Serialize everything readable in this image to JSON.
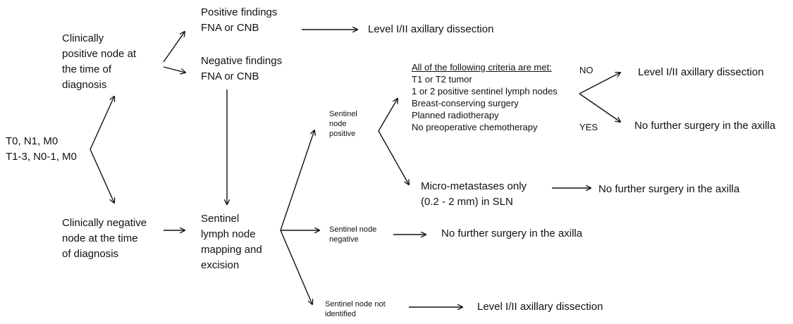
{
  "nodes": {
    "start": [
      "T0, N1, M0",
      "T1-3, N0-1, M0"
    ],
    "clin_pos": [
      "Clinically",
      "positive node at",
      "the time of",
      "diagnosis"
    ],
    "clin_neg": [
      "Clinically negative",
      "node at the time",
      "of diagnosis"
    ],
    "pos_find": [
      "Positive findings",
      "FNA or CNB"
    ],
    "neg_find": [
      "Negative findings",
      "FNA or CNB"
    ],
    "lvl_top": "Level I/II axillary dissection",
    "sentinel_map": [
      "Sentinel",
      "lymph node",
      "mapping and",
      "excision"
    ],
    "sn_pos": [
      "Sentinel",
      "node",
      "positive"
    ],
    "sn_neg": [
      "Sentinel node",
      "negative"
    ],
    "sn_notid": [
      "Sentinel node not",
      "identified"
    ],
    "criteria": {
      "title": "All of the following criteria are met:",
      "items": [
        "T1 or T2 tumor",
        "1 or 2 positive sentinel lymph nodes",
        "Breast-conserving surgery",
        "Planned radiotherapy",
        "No preoperative chemotherapy"
      ]
    },
    "no_label": "NO",
    "yes_label": "YES",
    "lvl_no": "Level I/II axillary dissection",
    "nofurther_yes": "No further surgery in the axilla",
    "micro": [
      "Micro-metastases only",
      "(0.2 - 2 mm) in SLN"
    ],
    "nofurther_micro": "No further surgery in the axilla",
    "nofurther_neg": "No further surgery in the axilla",
    "lvl_bottom": "Level I/II axillary dissection"
  }
}
